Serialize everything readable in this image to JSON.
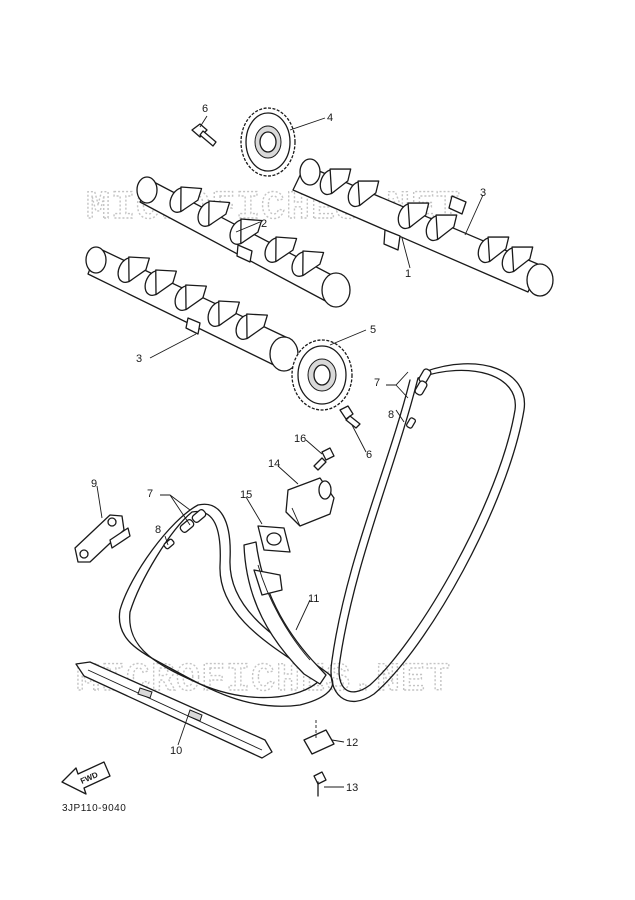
{
  "watermark": "MICROFICHES.NET",
  "reference_code": "3JP110-9040",
  "direction_label": "FWD",
  "callouts": {
    "c1": "1",
    "c2": "2",
    "c3a": "3",
    "c3b": "3",
    "c4": "4",
    "c5": "5",
    "c6a": "6",
    "c6b": "6",
    "c7a": "7",
    "c7b": "7",
    "c8a": "8",
    "c8b": "8",
    "c9": "9",
    "c10": "10",
    "c11": "11",
    "c12": "12",
    "c13": "13",
    "c14": "14",
    "c15": "15",
    "c16": "16"
  }
}
